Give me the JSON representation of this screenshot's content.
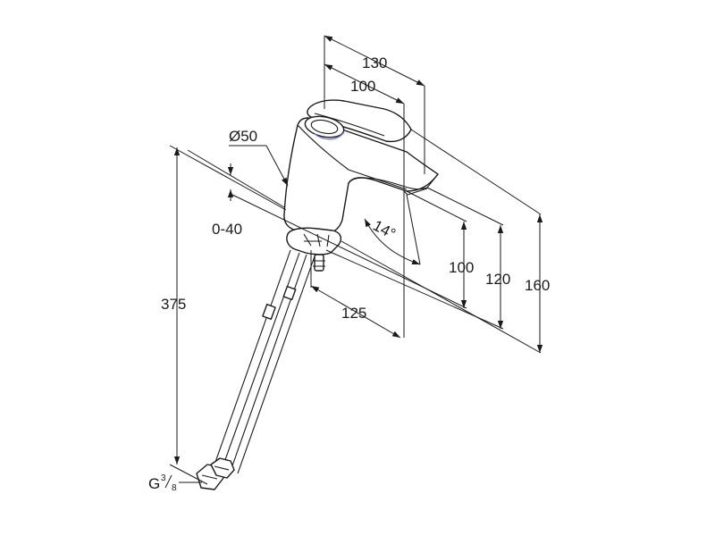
{
  "drawing": {
    "dimensions": {
      "d130": "130",
      "d100_top": "100",
      "d50": "Ø50",
      "d0_40": "0-40",
      "d375": "375",
      "d125": "125",
      "d100_right": "100",
      "d120": "120",
      "d160": "160",
      "angle": "14°"
    },
    "thread": {
      "prefix": "G",
      "num": "3",
      "den": "8"
    },
    "colors": {
      "line": "#1a1a1a",
      "aerator_accent": "#7b86c9"
    }
  }
}
